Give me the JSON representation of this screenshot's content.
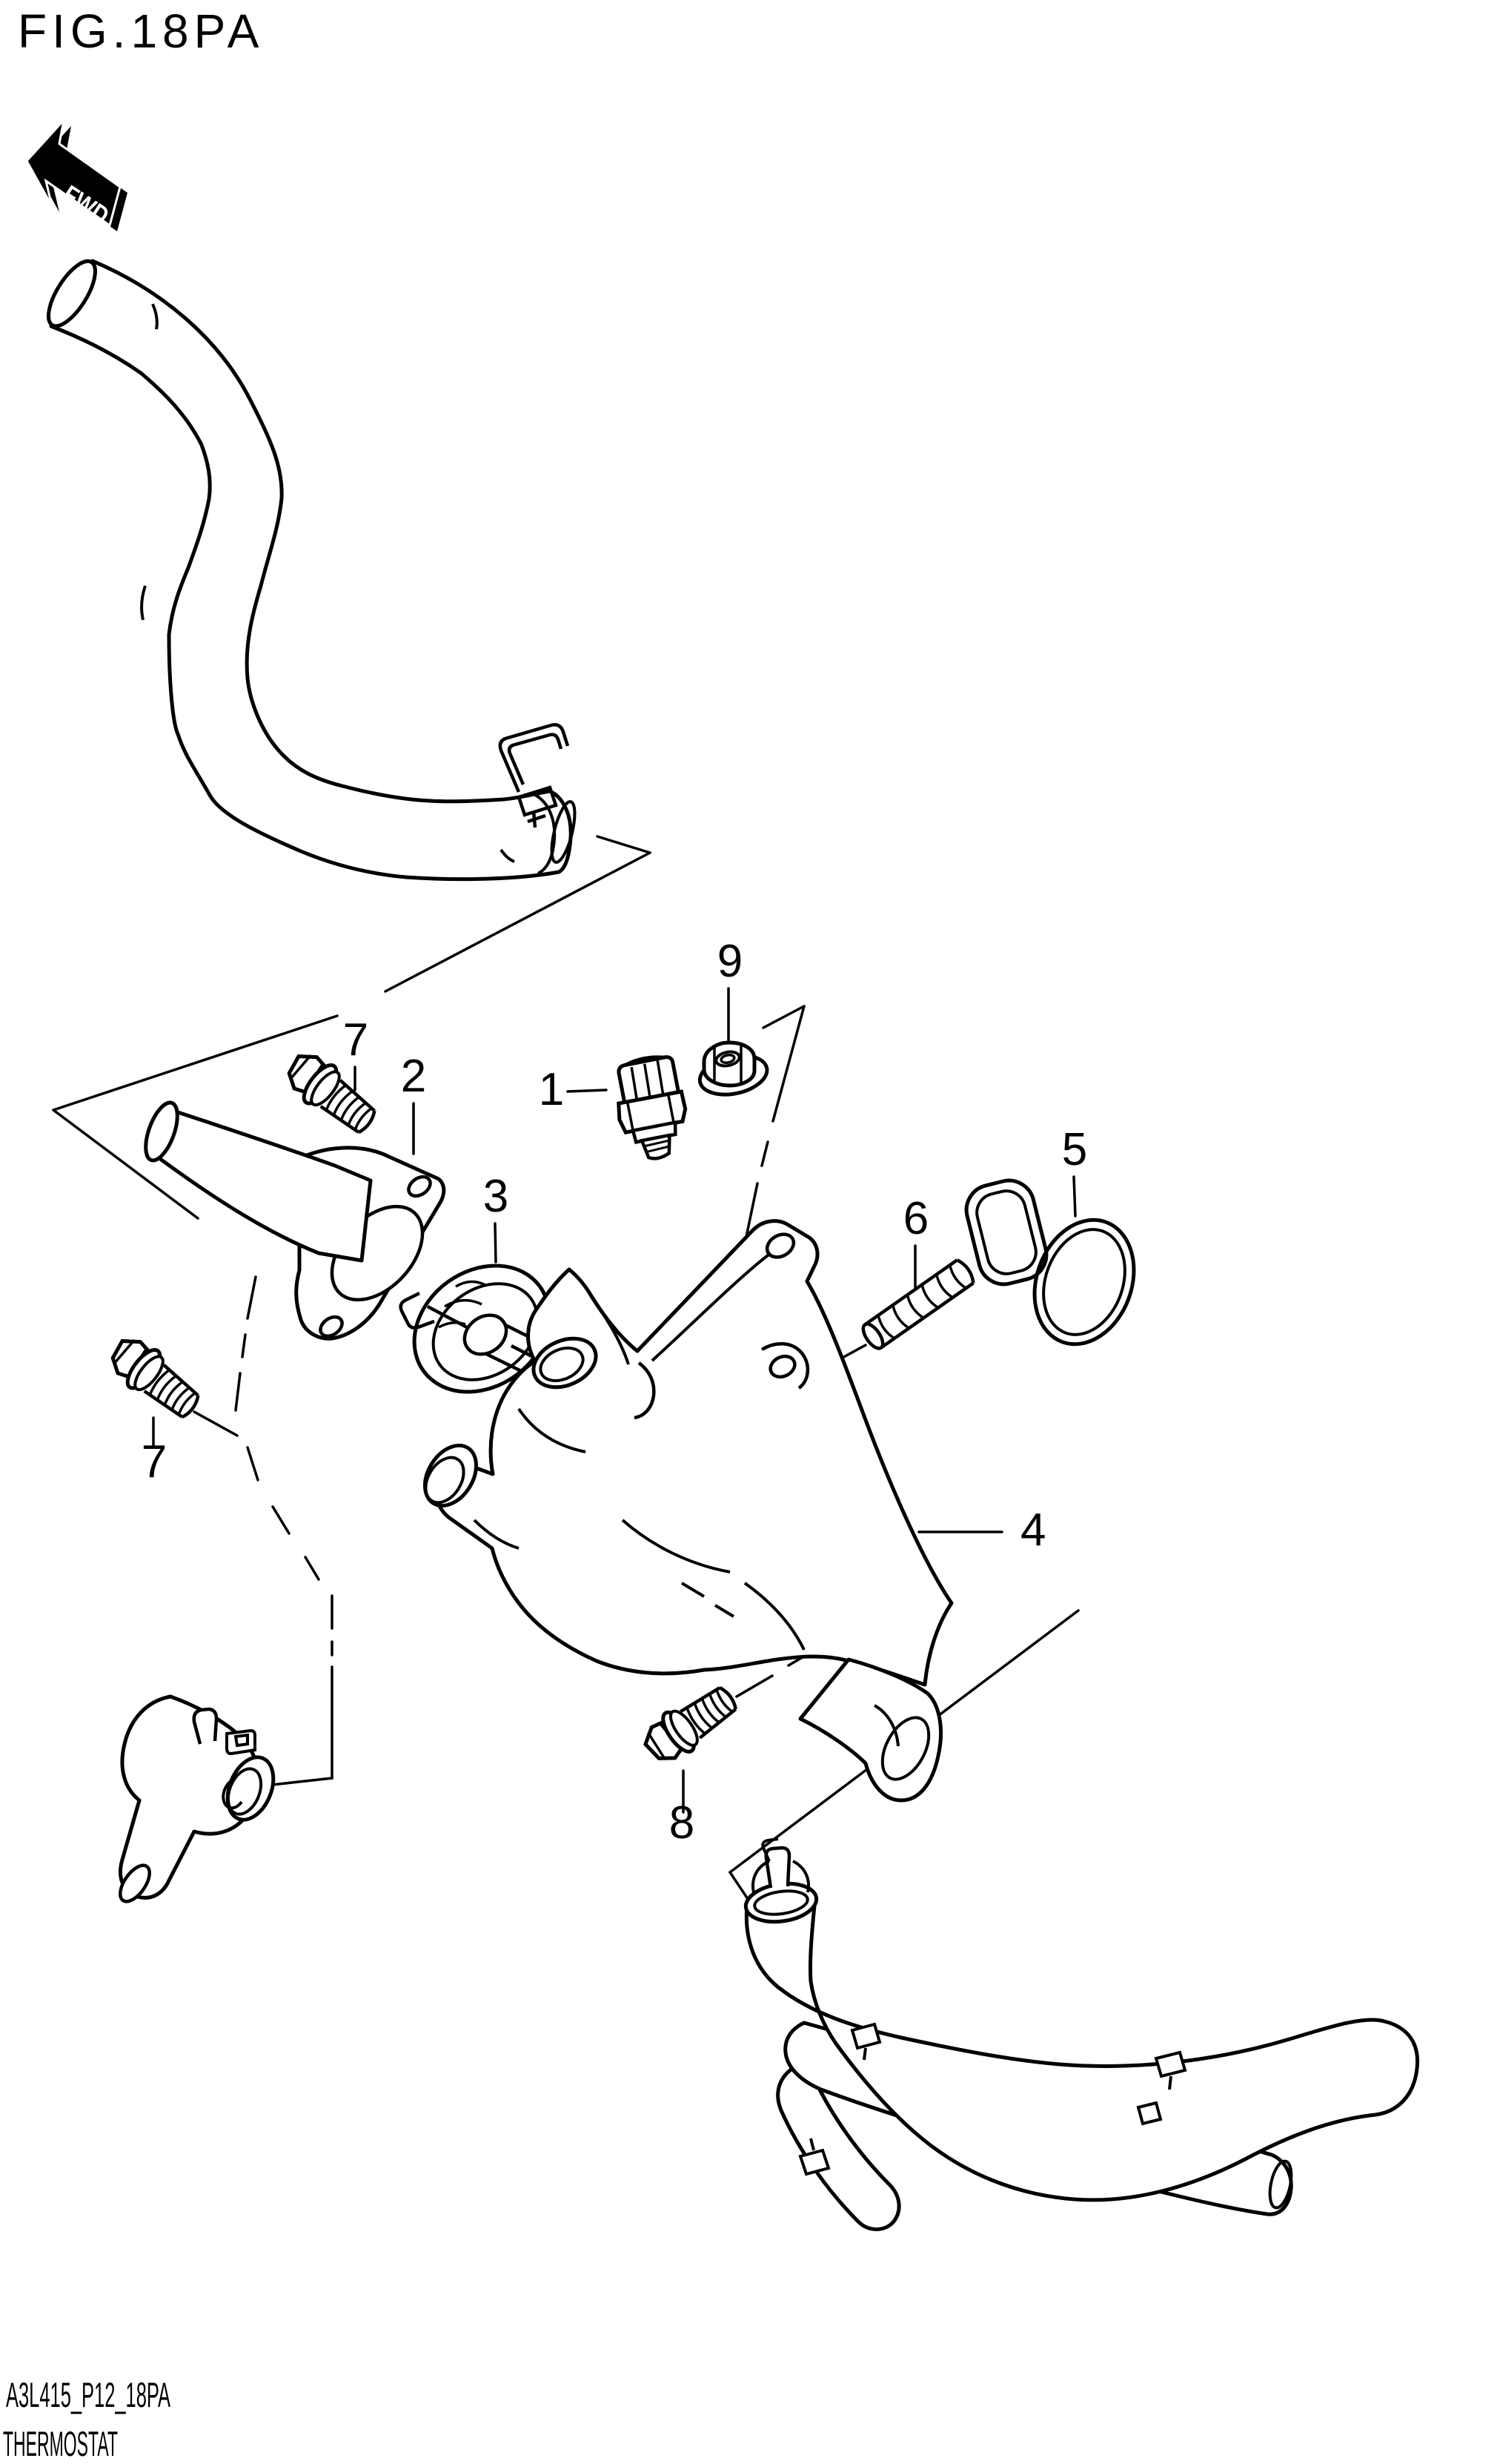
{
  "figure": {
    "title": "FIG.18PA",
    "fwd_label": "FWD"
  },
  "footer": {
    "drawing_code": "A3L415_P12_18PA",
    "part_title": "THERMOSTAT"
  },
  "colors": {
    "line": "#000000",
    "background": "#ffffff"
  },
  "callouts": [
    {
      "ref": "1"
    },
    {
      "ref": "2"
    },
    {
      "ref": "3"
    },
    {
      "ref": "4"
    },
    {
      "ref": "5"
    },
    {
      "ref": "6"
    },
    {
      "ref": "7"
    },
    {
      "ref": "7"
    },
    {
      "ref": "8"
    },
    {
      "ref": "9"
    }
  ]
}
